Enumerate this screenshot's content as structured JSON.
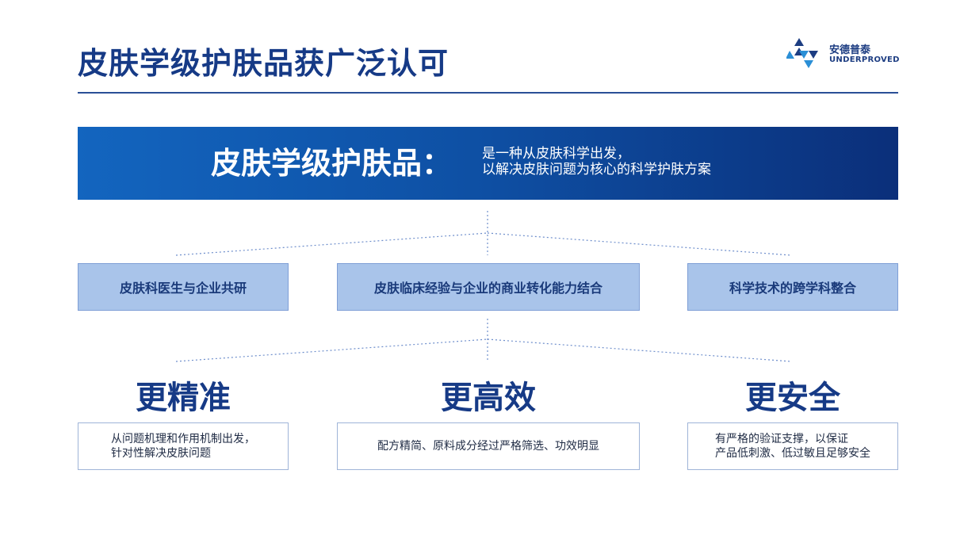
{
  "title": "皮肤学级护肤品获广泛认可",
  "logo": {
    "name_cn": "安德普泰",
    "name_en": "UNDERPROVED",
    "icon": "triangle-logo-icon"
  },
  "banner": {
    "label": "皮肤学级护肤品：",
    "description_line1": "是一种从皮肤科学出发，",
    "description_line2": "以解决皮肤问题为核心的科学护肤方案"
  },
  "pillars": [
    {
      "label": "皮肤科医生与企业共研"
    },
    {
      "label": "皮肤临床经验与企业的商业转化能力结合"
    },
    {
      "label": "科学技术的跨学科整合"
    }
  ],
  "benefits": [
    {
      "heading": "更精准",
      "lines": [
        "从问题机理和作用机制出发，",
        "针对性解决皮肤问题"
      ]
    },
    {
      "heading": "更高效",
      "lines": [
        "配方精简、原料成分经过严格筛选、功效明显"
      ]
    },
    {
      "heading": "更安全",
      "lines": [
        "有严格的验证支撑，以保证",
        "产品低刺激、低过敏且足够安全"
      ]
    }
  ],
  "colors": {
    "primary": "#163a86",
    "banner_start": "#1365bf",
    "banner_end": "#0b2f7a",
    "pillar_fill": "#a9c4ea"
  }
}
